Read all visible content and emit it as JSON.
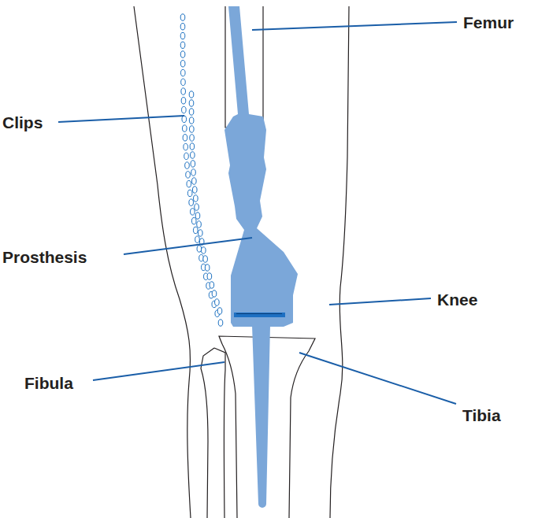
{
  "diagram": {
    "labels": [
      "Femur",
      "Clips",
      "Prosthesis",
      "Knee",
      "Fibula",
      "Tibia"
    ]
  }
}
